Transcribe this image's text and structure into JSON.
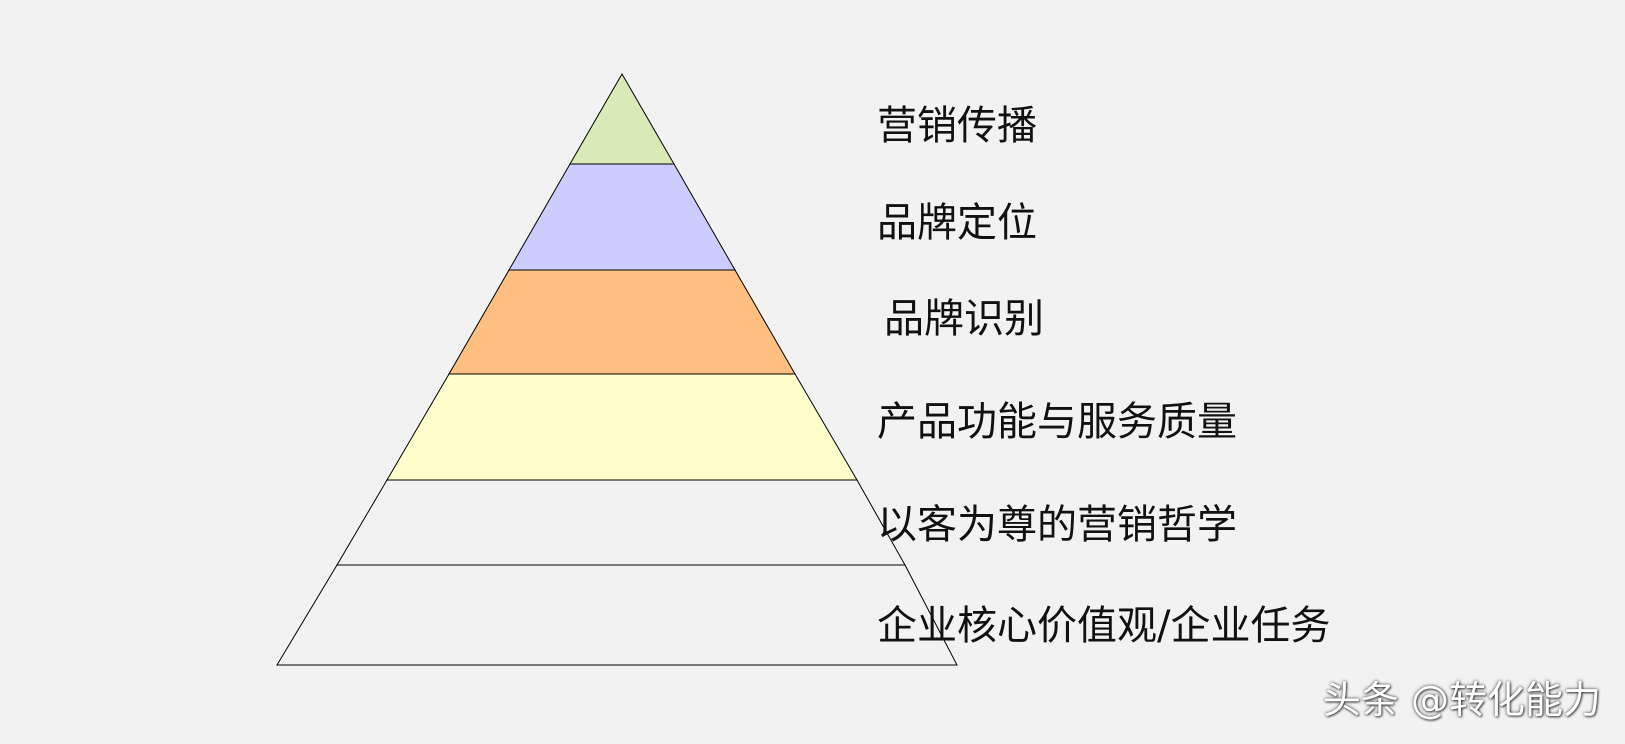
{
  "diagram": {
    "type": "pyramid",
    "layers": [
      {
        "label": "营销传播",
        "fill": "#d8eab6"
      },
      {
        "label": "品牌定位",
        "fill": "#ccccff"
      },
      {
        "label": "品牌识别",
        "fill": "#ffbf80"
      },
      {
        "label": "产品功能与服务质量",
        "fill": "#ffffcc"
      },
      {
        "label": "以客为尊的营销哲学",
        "fill": "#f2f2f2"
      },
      {
        "label": "企业核心价值观/企业任务",
        "fill": "#f2f2f2"
      }
    ]
  },
  "watermark": {
    "text": "头条 @转化能力"
  }
}
